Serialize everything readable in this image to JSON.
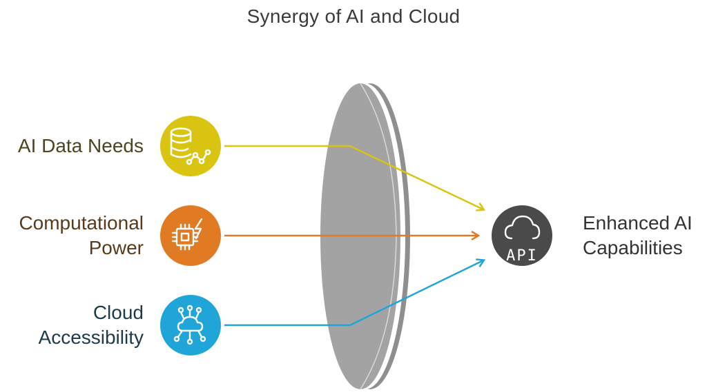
{
  "title": "Synergy of AI and Cloud",
  "inputs": [
    {
      "label_lines": [
        "AI Data Needs"
      ],
      "icon": "database-analytics-icon",
      "color": "#d9c411"
    },
    {
      "label_lines": [
        "Computational",
        "Power"
      ],
      "icon": "cpu-lightning-icon",
      "color": "#e07b24"
    },
    {
      "label_lines": [
        "Cloud",
        "Accessibility"
      ],
      "icon": "cloud-network-icon",
      "color": "#1fa5d8"
    }
  ],
  "output": {
    "label_lines": [
      "Enhanced AI",
      "Capabilities"
    ],
    "icon_text": "API",
    "icon": "cloud-api-icon",
    "color": "#4a4a4a"
  },
  "lens_color": "#a3a3a3"
}
